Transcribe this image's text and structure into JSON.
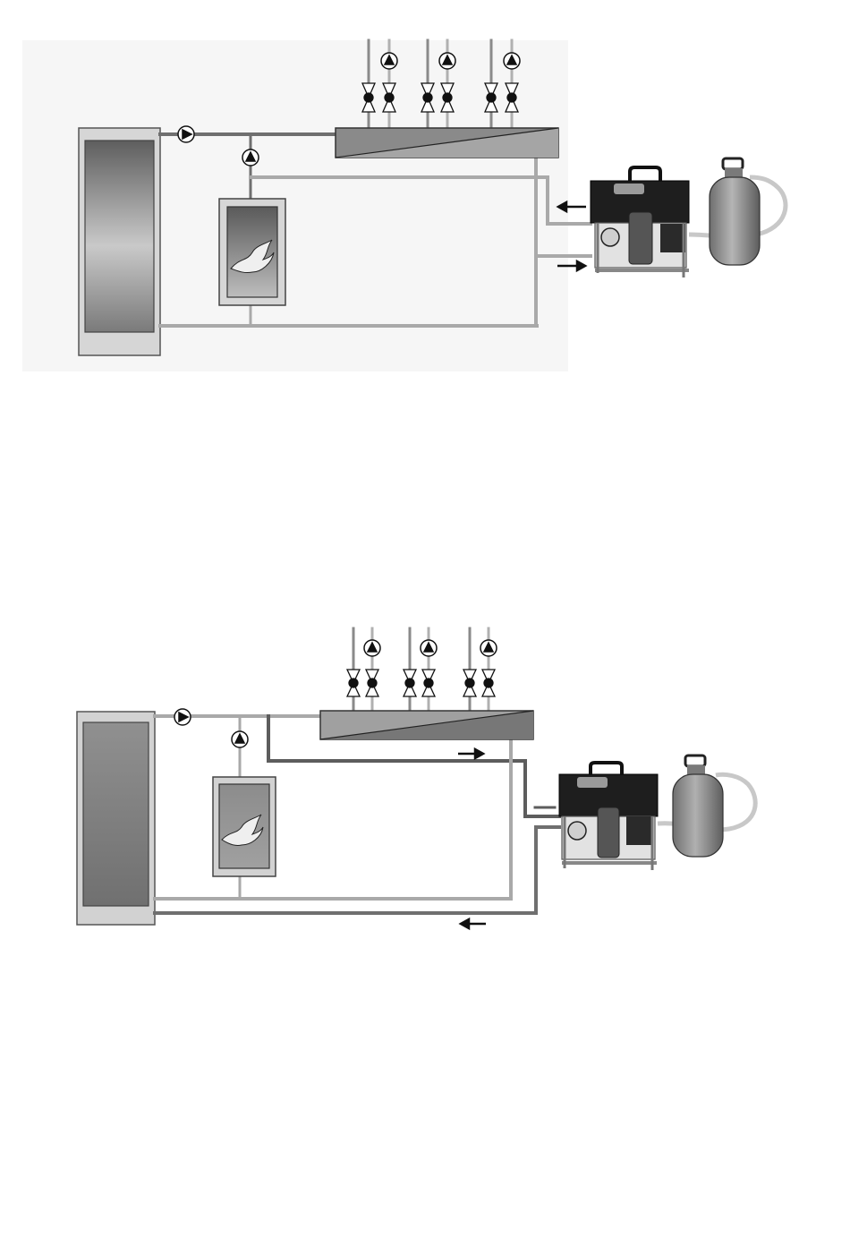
{
  "figures": [
    {
      "id": "installation-1",
      "flow_mode": "boiler-circuit-branch",
      "arrow_directions": [
        "left",
        "right"
      ]
    },
    {
      "id": "installation-2",
      "flow_mode": "parallel-return-loop",
      "arrow_directions": [
        "right",
        "left"
      ]
    }
  ],
  "colors": {
    "pipe_supply": "#6f6f6f",
    "pipe_return": "#a9a9a9",
    "pipe_dark": "#5d5d5d",
    "panel_bg": "#f7f7f7",
    "tank_shell": "#d2d2d2",
    "unit_body": "#1e1e1e",
    "gas_cylinder": "#8e8e8e"
  },
  "icons": [
    "pump-icon",
    "valve-icon",
    "flame-icon",
    "arrow-icon",
    "gas-cylinder-icon",
    "flushing-unit-icon"
  ]
}
